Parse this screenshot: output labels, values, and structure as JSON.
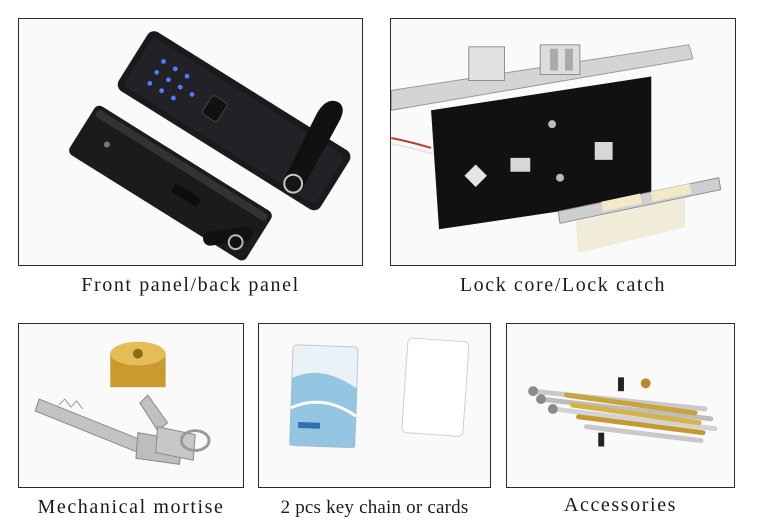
{
  "panels": {
    "front_back": {
      "caption": "Front panel/back panel"
    },
    "lock_core": {
      "caption": "Lock core/Lock catch"
    },
    "mortise": {
      "caption": "Mechanical mortise"
    },
    "cards": {
      "caption": "2 pcs key chain or cards"
    },
    "accessories": {
      "caption": "Accessories"
    }
  },
  "colors": {
    "frame": "#2b2b2b",
    "panel_bg": "#f7f7f7",
    "lock_black": "#1b1b1d",
    "steel": "#c9c9c9",
    "brass": "#c99a2e",
    "keypad_blue": "#4f7cff"
  },
  "icons": [
    "digital-door-lock-icon",
    "mortise-lock-body-icon",
    "key-cylinder-icon",
    "access-card-icon",
    "screw-set-icon"
  ]
}
